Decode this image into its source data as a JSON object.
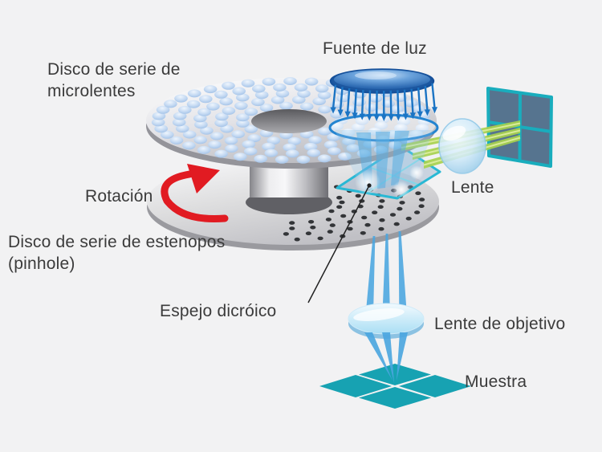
{
  "labels": {
    "light_source": "Fuente de luz",
    "microlens_disk": "Disco de serie de\nmicrolentes",
    "rotation": "Rotación",
    "pinhole_disk": "Disco de serie de estenopos\n (pinhole)",
    "dichroic_mirror": "Espejo dicróico",
    "lens": "Lente",
    "objective_lens": "Lente de objetivo",
    "sample": "Muestra"
  },
  "colors": {
    "background": "#f2f2f3",
    "text": "#3b3b3b",
    "source_blue": "#2a7cc8",
    "arrow_blue": "#1b74c4",
    "beam_blue": "#4aa6e0",
    "beam_green": "#a7d14d",
    "teal": "#19adbd",
    "sample_teal": "#17a2b2",
    "detector_slate": "#56748f",
    "rotation_red": "#e11b22",
    "disc_gray": "#d8d8dc"
  }
}
